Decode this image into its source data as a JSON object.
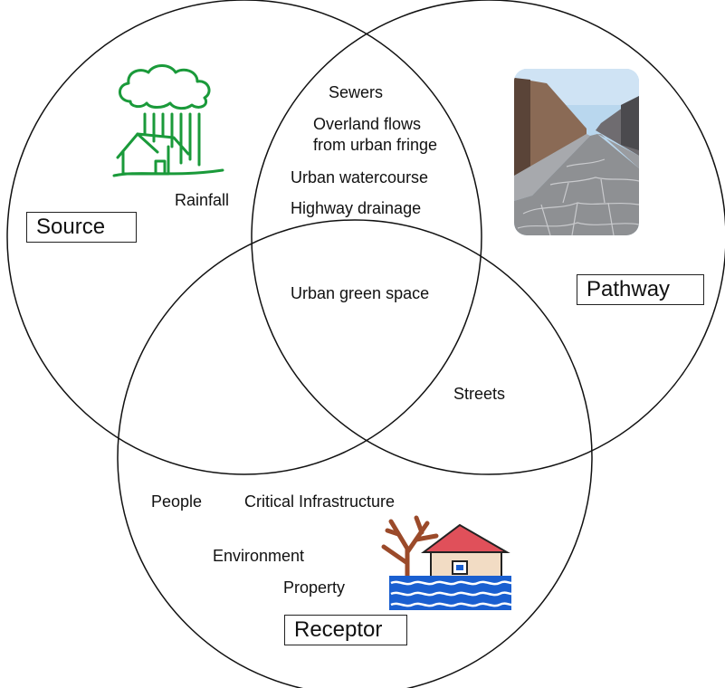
{
  "venn": {
    "sets": {
      "source": "Source",
      "pathway": "Pathway",
      "receptor": "Receptor"
    },
    "items": {
      "rainfall": "Rainfall",
      "sewers": "Sewers",
      "overland_1": "Overland flows",
      "overland_2": "from urban fringe",
      "watercourse": "Urban watercourse",
      "highway": "Highway drainage",
      "green_space": "Urban green space",
      "streets": "Streets",
      "people": "People",
      "infrastructure": "Critical Infrastructure",
      "environment": "Environment",
      "property": "Property"
    },
    "icons": {
      "rain": "rain-cloud-house-icon",
      "street": "cobbled-street-photo",
      "flood": "flooded-house-tree-icon"
    },
    "colors": {
      "rain_icon": "#1a9a3a",
      "roof": "#e0505a",
      "water": "#1a5fd0",
      "tree": "#9b4a2a"
    }
  }
}
